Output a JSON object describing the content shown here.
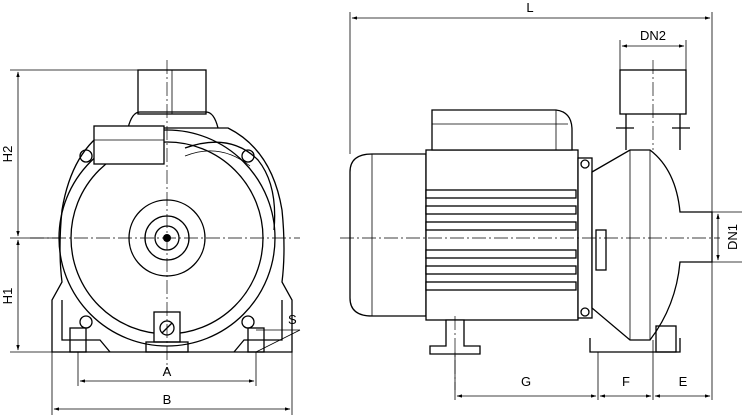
{
  "labels": {
    "L": "L",
    "DN2": "DN2",
    "DN1": "DN1",
    "H1": "H1",
    "H2": "H2",
    "A": "A",
    "B": "B",
    "S": "S",
    "G": "G",
    "F": "F",
    "E": "E"
  }
}
